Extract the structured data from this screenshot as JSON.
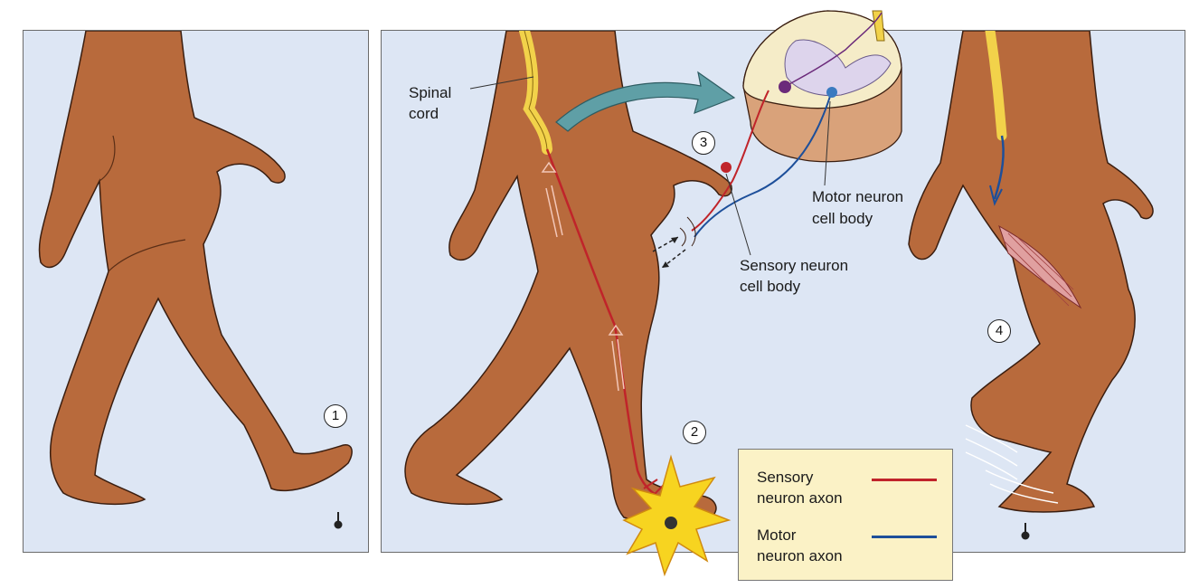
{
  "labels": {
    "spinal_cord_line1": "Spinal",
    "spinal_cord_line2": "cord",
    "motor_neuron_line1": "Motor neuron",
    "motor_neuron_line2": "cell body",
    "sensory_neuron_line1": "Sensory neuron",
    "sensory_neuron_line2": "cell body"
  },
  "steps": [
    "1",
    "2",
    "3",
    "4"
  ],
  "legend": {
    "sensory_line1": "Sensory",
    "sensory_line2": "neuron axon",
    "motor_line1": "Motor",
    "motor_line2": "neuron axon"
  },
  "colors": {
    "panel_bg": "#dde6f4",
    "skin": "#b86a3c",
    "spinal_cord": "#f2d24a",
    "sensory_axon": "#c0242a",
    "motor_axon": "#1d4f9a",
    "legend_bg": "#fbf2c6",
    "flow_arrow": "#5f9fa6",
    "pain_burst": "#f7d420"
  },
  "icons": [
    "thumbtack-icon",
    "pain-burst-icon",
    "flow-arrow-icon",
    "withdrawal-motion-icon"
  ]
}
